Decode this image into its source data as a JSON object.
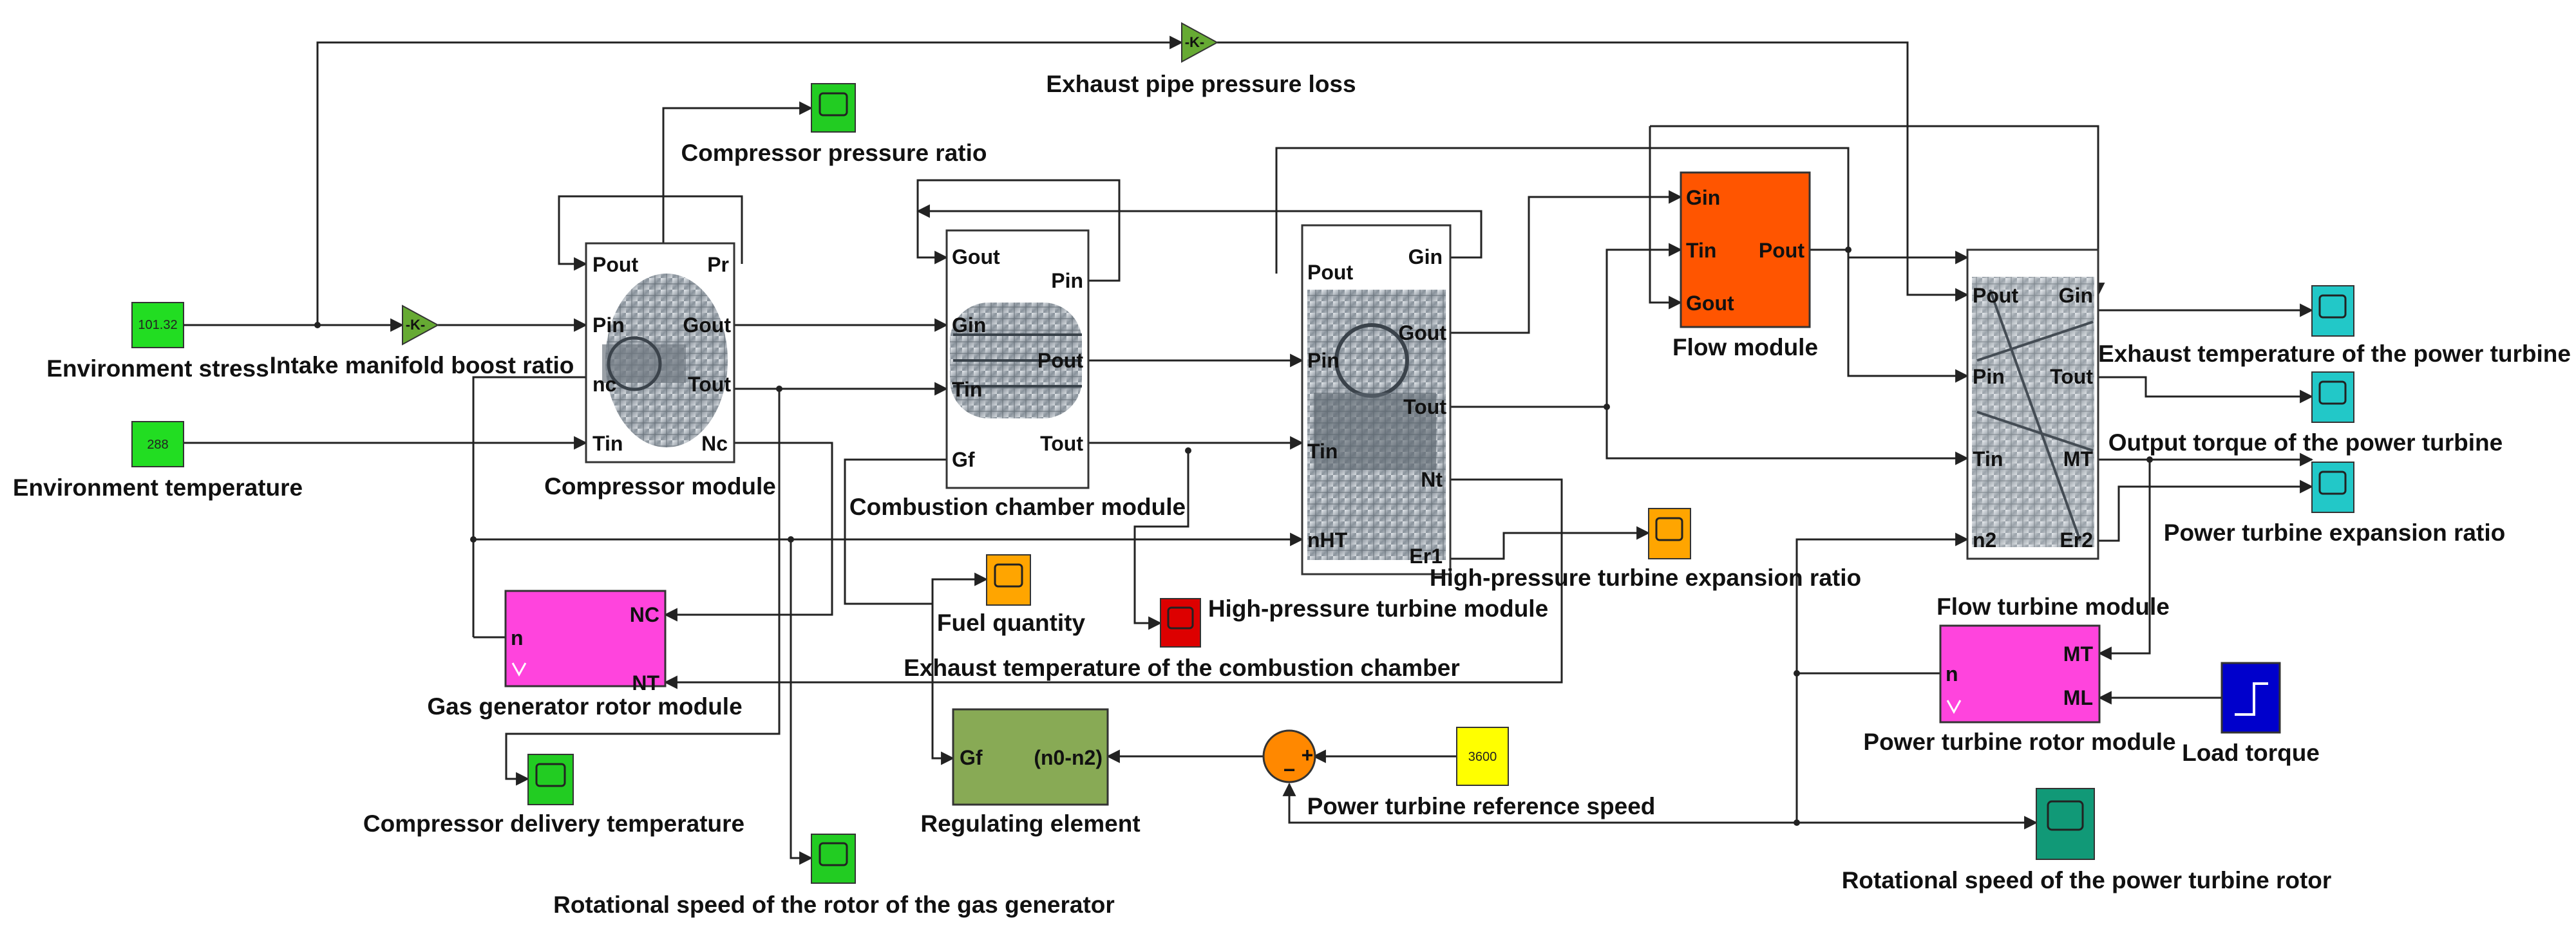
{
  "colors": {
    "green_const": "#22dd22",
    "yellow_const": "#ffff00",
    "green_scope": "#22cc22",
    "orange_scope": "#ffa500",
    "red_scope": "#dd0000",
    "cyan_scope": "#22c8c8",
    "teal_scope": "#119977",
    "magenta_block": "#ff44dd",
    "orange_block": "#ff5500",
    "olive_block": "#88aa55",
    "blue_block": "#0000cc",
    "sum_block": "#ff8800",
    "gain_block": "#66aa33"
  },
  "blocks": {
    "compressor": {
      "caption": "Compressor module",
      "ports": {
        "pout": "Pout",
        "pr": "Pr",
        "pin": "Pin",
        "gout": "Gout",
        "nc": "nc",
        "tout": "Tout",
        "tin": "Tin",
        "nc_out": "Nc"
      }
    },
    "combustion": {
      "caption": "Combustion chamber module",
      "ports": {
        "gout": "Gout",
        "pin": "Pin",
        "gin": "Gin",
        "pout": "Pout",
        "tin": "Tin",
        "tout": "Tout",
        "gf": "Gf"
      }
    },
    "hpt": {
      "caption": "High-pressure turbine module",
      "ports": {
        "pout": "Pout",
        "gin": "Gin",
        "gout": "Gout",
        "pin": "Pin",
        "tout": "Tout",
        "tin": "Tin",
        "nt": "Nt",
        "nht": "nHT",
        "er1": "Er1"
      }
    },
    "flow": {
      "caption": "Flow module",
      "ports": {
        "gin": "Gin",
        "tin": "Tin",
        "pout": "Pout",
        "gout": "Gout"
      }
    },
    "flow_turbine": {
      "caption": "Flow turbine module",
      "ports": {
        "pout": "Pout",
        "gin": "Gin",
        "pin": "Pin",
        "tout": "Tout",
        "tin": "Tin",
        "mt": "MT",
        "n2": "n2",
        "er2": "Er2"
      }
    },
    "gas_gen_rotor": {
      "caption": "Gas generator rotor module",
      "ports": {
        "n": "n",
        "nc": "NC",
        "nt": "NT"
      }
    },
    "power_rotor": {
      "caption": "Power turbine rotor module",
      "ports": {
        "n": "n",
        "mt": "MT",
        "ml": "ML"
      }
    },
    "regulating": {
      "caption": "Regulating element",
      "ports": {
        "gf": "Gf",
        "n0n2": "(n0-n2)"
      }
    },
    "load_torque": {
      "caption": "Load torque"
    }
  },
  "constants": {
    "env_stress": {
      "value": "101.32",
      "caption": "Environment stress"
    },
    "env_temp": {
      "value": "288",
      "caption": "Environment temperature"
    },
    "ref_speed": {
      "value": "3600",
      "caption": "Power turbine reference speed"
    }
  },
  "gains": {
    "intake": {
      "symbol": "-K-",
      "caption": "Intake manifold boost ratio"
    },
    "exhaust": {
      "symbol": "-K-",
      "caption": "Exhaust pipe pressure loss"
    }
  },
  "sum": {
    "minus": "−",
    "plus": "+"
  },
  "scopes": {
    "compressor_pressure_ratio": "Compressor pressure ratio",
    "fuel_quantity": "Fuel quantity",
    "exhaust_temp_combustion": "Exhaust temperature of the combustion chamber",
    "hpt_expansion_ratio": "High-pressure turbine expansion ratio",
    "exhaust_temp_power_turbine": "Exhaust temperature of the power turbine",
    "output_torque": "Output torque of the power turbine",
    "power_turbine_expansion": "Power turbine expansion ratio",
    "compressor_delivery_temp": "Compressor delivery temperature",
    "gas_gen_rotor_speed": "Rotational speed of the rotor of the gas generator",
    "power_rotor_speed": "Rotational speed of the power turbine rotor"
  }
}
